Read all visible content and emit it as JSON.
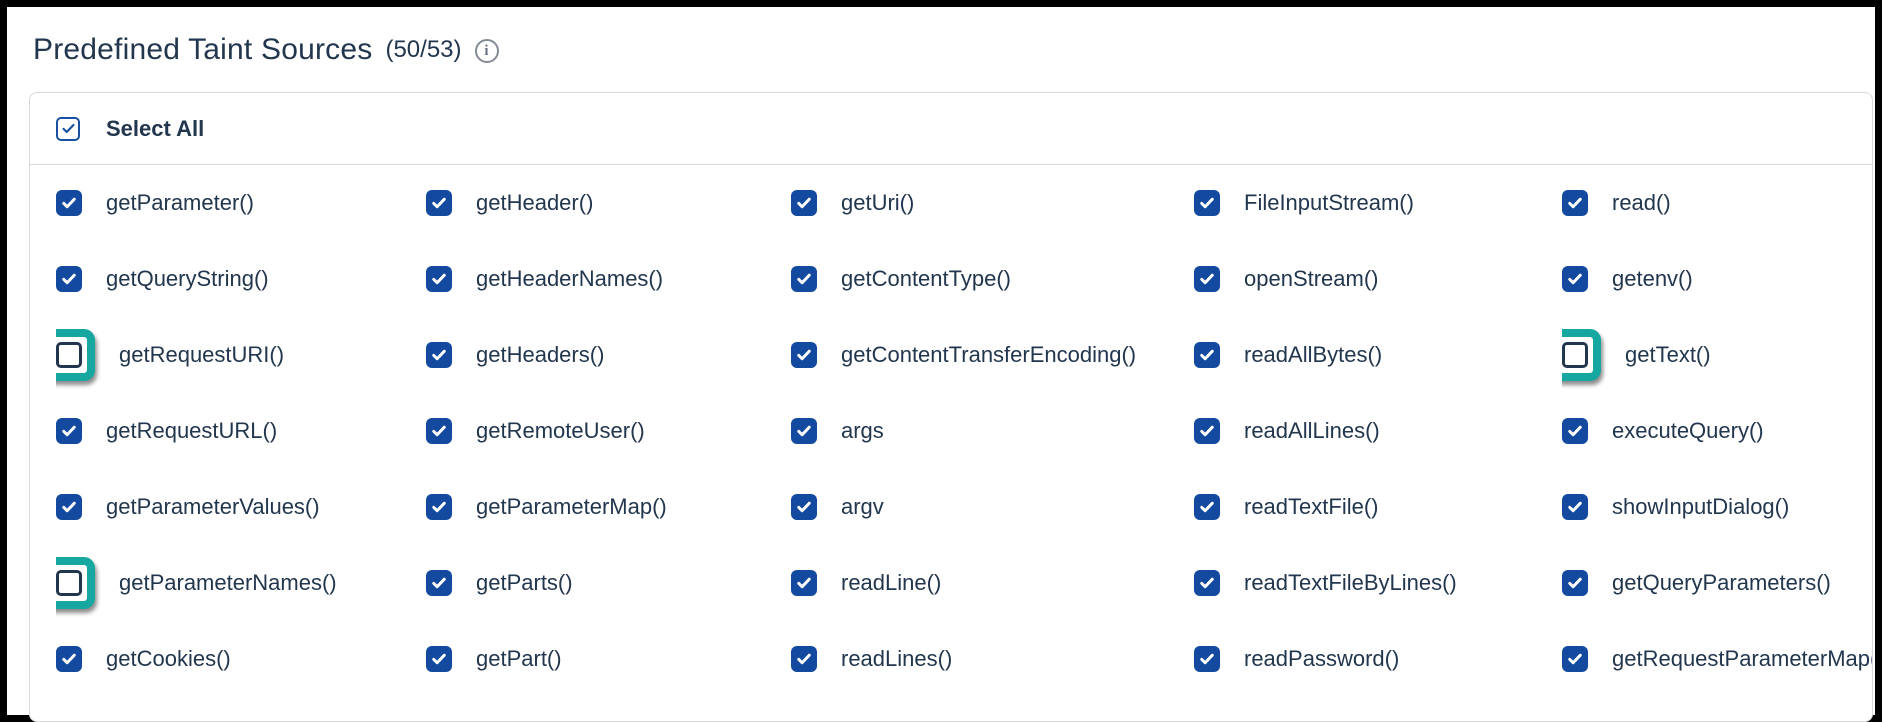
{
  "header": {
    "title": "Predefined Taint Sources",
    "count": "(50/53)",
    "info_icon": "i"
  },
  "colors": {
    "checkbox_blue": "#13499e",
    "select_all_blue": "#1b4fa0",
    "highlight_teal": "#16a7a0",
    "text_navy": "#22364e",
    "panel_border": "#d8d8d8"
  },
  "select_all": {
    "label": "Select All",
    "checked": true
  },
  "grid": {
    "columns": 5,
    "items": [
      {
        "label": "getParameter()",
        "checked": true,
        "highlighted": false
      },
      {
        "label": "getHeader()",
        "checked": true,
        "highlighted": false
      },
      {
        "label": "getUri()",
        "checked": true,
        "highlighted": false
      },
      {
        "label": "FileInputStream()",
        "checked": true,
        "highlighted": false
      },
      {
        "label": "read()",
        "checked": true,
        "highlighted": false
      },
      {
        "label": "getQueryString()",
        "checked": true,
        "highlighted": false
      },
      {
        "label": "getHeaderNames()",
        "checked": true,
        "highlighted": false
      },
      {
        "label": "getContentType()",
        "checked": true,
        "highlighted": false
      },
      {
        "label": "openStream()",
        "checked": true,
        "highlighted": false
      },
      {
        "label": "getenv()",
        "checked": true,
        "highlighted": false
      },
      {
        "label": "getRequestURI()",
        "checked": false,
        "highlighted": true
      },
      {
        "label": "getHeaders()",
        "checked": true,
        "highlighted": false
      },
      {
        "label": "getContentTransferEncoding()",
        "checked": true,
        "highlighted": false
      },
      {
        "label": "readAllBytes()",
        "checked": true,
        "highlighted": false
      },
      {
        "label": "getText()",
        "checked": false,
        "highlighted": true
      },
      {
        "label": "getRequestURL()",
        "checked": true,
        "highlighted": false
      },
      {
        "label": "getRemoteUser()",
        "checked": true,
        "highlighted": false
      },
      {
        "label": "args",
        "checked": true,
        "highlighted": false
      },
      {
        "label": "readAllLines()",
        "checked": true,
        "highlighted": false
      },
      {
        "label": "executeQuery()",
        "checked": true,
        "highlighted": false
      },
      {
        "label": "getParameterValues()",
        "checked": true,
        "highlighted": false
      },
      {
        "label": "getParameterMap()",
        "checked": true,
        "highlighted": false
      },
      {
        "label": "argv",
        "checked": true,
        "highlighted": false
      },
      {
        "label": "readTextFile()",
        "checked": true,
        "highlighted": false
      },
      {
        "label": "showInputDialog()",
        "checked": true,
        "highlighted": false
      },
      {
        "label": "getParameterNames()",
        "checked": false,
        "highlighted": true
      },
      {
        "label": "getParts()",
        "checked": true,
        "highlighted": false
      },
      {
        "label": "readLine()",
        "checked": true,
        "highlighted": false
      },
      {
        "label": "readTextFileByLines()",
        "checked": true,
        "highlighted": false
      },
      {
        "label": "getQueryParameters()",
        "checked": true,
        "highlighted": false
      },
      {
        "label": "getCookies()",
        "checked": true,
        "highlighted": false
      },
      {
        "label": "getPart()",
        "checked": true,
        "highlighted": false
      },
      {
        "label": "readLines()",
        "checked": true,
        "highlighted": false
      },
      {
        "label": "readPassword()",
        "checked": true,
        "highlighted": false
      },
      {
        "label": "getRequestParameterMap()",
        "checked": true,
        "highlighted": false
      }
    ]
  }
}
